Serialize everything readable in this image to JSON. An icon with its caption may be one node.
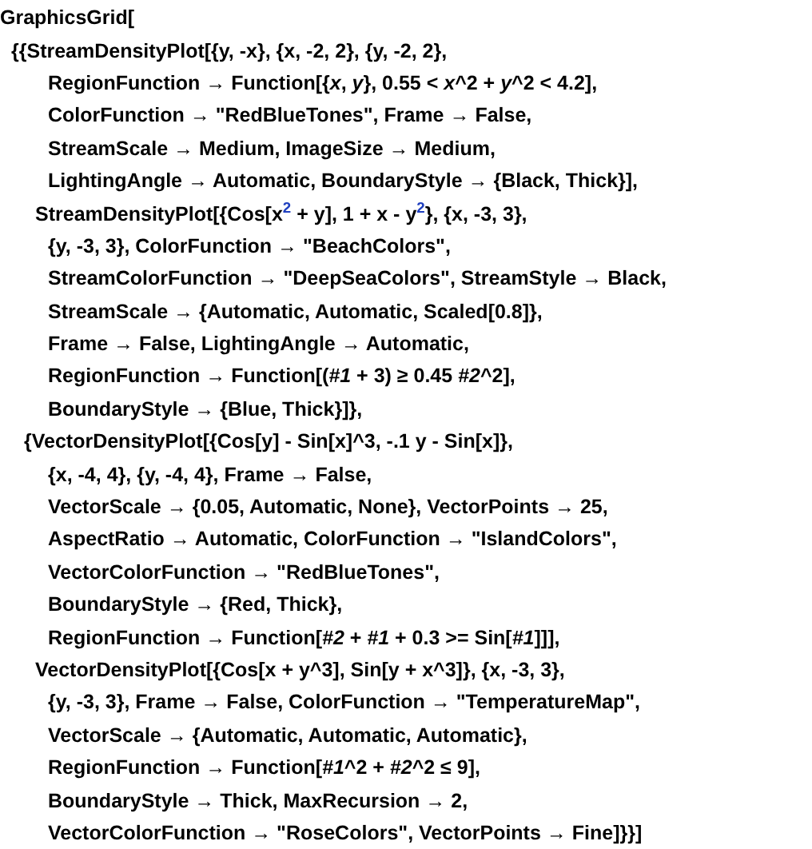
{
  "diagram": {
    "labels": [
      "GraphicsGrid[",
      "{{StreamDensityPlot[{y, -x}, {x, -2, 2}, {y, -2, 2},",
      "RegionFunction → Function[{*x*, *y*}, 0.55 < *x*^2 + *y*^2 < 4.2],",
      "ColorFunction → \"RedBlueTones\", Frame → False,",
      "StreamScale → Medium, ImageSize → Medium,",
      "LightingAngle → Automatic, BoundaryStyle → {Black, Thick}],",
      "StreamDensityPlot[{Cos[x$^{2}$ + y], 1 + x - y$^{2}$}, {x, -3, 3},",
      "{y, -3, 3}, ColorFunction → \"BeachColors\",",
      "StreamColorFunction → \"DeepSeaColors\", StreamStyle → Black,",
      "StreamScale → {Automatic, Automatic, Scaled[0.8]},",
      "Frame → False, LightingAngle → Automatic,",
      "RegionFunction → Function[(*#1* + 3) ≥ 0.45 *#2*^2],",
      "BoundaryStyle → {Blue, Thick}]},",
      "{VectorDensityPlot[{Cos[y] - Sin[x]^3, -.1 y - Sin[x]},",
      "{x, -4, 4}, {y, -4, 4}, Frame → False,",
      "VectorScale → {0.05, Automatic, None}, VectorPoints → 25,",
      "AspectRatio → Automatic, ColorFunction → \"IslandColors\",",
      "VectorColorFunction → \"RedBlueTones\",",
      "BoundaryStyle → {Red, Thick},",
      "RegionFunction → Function[*#2* + *#1* + 0.3 >= Sin[*#1*]]],",
      "VectorDensityPlot[{Cos[x + y^3], Sin[y + x^3]}, {x, -3, 3},",
      "{y, -3, 3}, Frame → False, ColorFunction → \"TemperatureMap\",",
      "VectorScale → {Automatic, Automatic, Automatic},",
      "RegionFunction → Function[*#1*^2 + *#2*^2 ≤ 9],",
      "BoundaryStyle → Thick, MaxRecursion → 2,",
      "VectorColorFunction → \"RoseColors\", VectorPoints → Fine]}}]"
    ]
  }
}
